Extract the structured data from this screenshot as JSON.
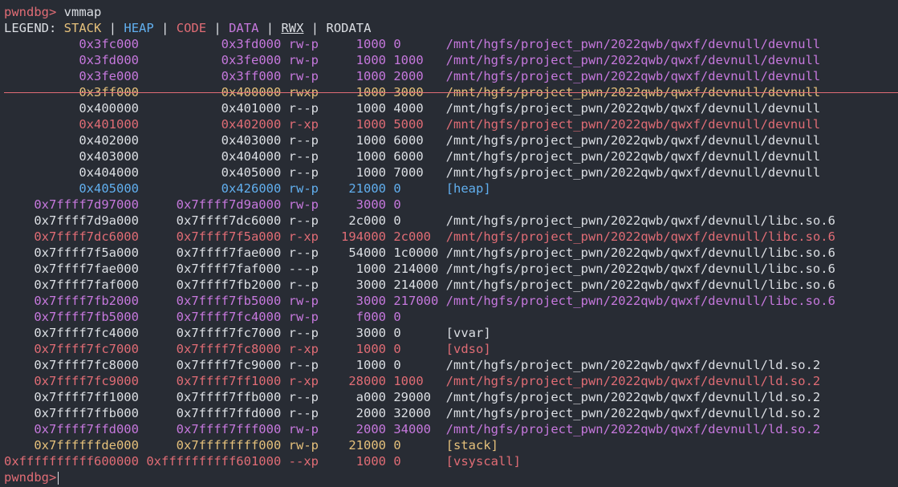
{
  "prompt": "pwndbg>",
  "command": "vmmap",
  "legend": {
    "label": "LEGEND:",
    "stack": "STACK",
    "heap": "HEAP",
    "code": "CODE",
    "data": "DATA",
    "rwx": "RWX",
    "rodata": "RODATA",
    "sep": "|"
  },
  "colors": {
    "stack": "#e5c07b",
    "heap": "#61afef",
    "code": "#e06c75",
    "data": "#c678dd",
    "rodata": "#dcdfe4",
    "rwx": "#dcdfe4",
    "background": "#282c34"
  },
  "mappings": [
    {
      "start": "0x3fc000",
      "end": "0x3fd000",
      "perm": "rw-p",
      "size": "1000",
      "offset": "0",
      "path": "/mnt/hgfs/project_pwn/2022qwb/qwxf/devnull/devnull",
      "kind": "data"
    },
    {
      "start": "0x3fd000",
      "end": "0x3fe000",
      "perm": "rw-p",
      "size": "1000",
      "offset": "1000",
      "path": "/mnt/hgfs/project_pwn/2022qwb/qwxf/devnull/devnull",
      "kind": "data"
    },
    {
      "start": "0x3fe000",
      "end": "0x3ff000",
      "perm": "rw-p",
      "size": "1000",
      "offset": "2000",
      "path": "/mnt/hgfs/project_pwn/2022qwb/qwxf/devnull/devnull",
      "kind": "data"
    },
    {
      "start": "0x3ff000",
      "end": "0x400000",
      "perm": "rwxp",
      "size": "1000",
      "offset": "3000",
      "path": "/mnt/hgfs/project_pwn/2022qwb/qwxf/devnull/devnull",
      "kind": "rwx"
    },
    {
      "start": "0x400000",
      "end": "0x401000",
      "perm": "r--p",
      "size": "1000",
      "offset": "4000",
      "path": "/mnt/hgfs/project_pwn/2022qwb/qwxf/devnull/devnull",
      "kind": "rodata"
    },
    {
      "start": "0x401000",
      "end": "0x402000",
      "perm": "r-xp",
      "size": "1000",
      "offset": "5000",
      "path": "/mnt/hgfs/project_pwn/2022qwb/qwxf/devnull/devnull",
      "kind": "code"
    },
    {
      "start": "0x402000",
      "end": "0x403000",
      "perm": "r--p",
      "size": "1000",
      "offset": "6000",
      "path": "/mnt/hgfs/project_pwn/2022qwb/qwxf/devnull/devnull",
      "kind": "rodata"
    },
    {
      "start": "0x403000",
      "end": "0x404000",
      "perm": "r--p",
      "size": "1000",
      "offset": "6000",
      "path": "/mnt/hgfs/project_pwn/2022qwb/qwxf/devnull/devnull",
      "kind": "rodata"
    },
    {
      "start": "0x404000",
      "end": "0x405000",
      "perm": "r--p",
      "size": "1000",
      "offset": "7000",
      "path": "/mnt/hgfs/project_pwn/2022qwb/qwxf/devnull/devnull",
      "kind": "rodata"
    },
    {
      "start": "0x405000",
      "end": "0x426000",
      "perm": "rw-p",
      "size": "21000",
      "offset": "0",
      "path": "[heap]",
      "kind": "heap"
    },
    {
      "start": "0x7ffff7d97000",
      "end": "0x7ffff7d9a000",
      "perm": "rw-p",
      "size": "3000",
      "offset": "0",
      "path": "",
      "kind": "data"
    },
    {
      "start": "0x7ffff7d9a000",
      "end": "0x7ffff7dc6000",
      "perm": "r--p",
      "size": "2c000",
      "offset": "0",
      "path": "/mnt/hgfs/project_pwn/2022qwb/qwxf/devnull/libc.so.6",
      "kind": "rodata"
    },
    {
      "start": "0x7ffff7dc6000",
      "end": "0x7ffff7f5a000",
      "perm": "r-xp",
      "size": "194000",
      "offset": "2c000",
      "path": "/mnt/hgfs/project_pwn/2022qwb/qwxf/devnull/libc.so.6",
      "kind": "code"
    },
    {
      "start": "0x7ffff7f5a000",
      "end": "0x7ffff7fae000",
      "perm": "r--p",
      "size": "54000",
      "offset": "1c0000",
      "path": "/mnt/hgfs/project_pwn/2022qwb/qwxf/devnull/libc.so.6",
      "kind": "rodata"
    },
    {
      "start": "0x7ffff7fae000",
      "end": "0x7ffff7faf000",
      "perm": "---p",
      "size": "1000",
      "offset": "214000",
      "path": "/mnt/hgfs/project_pwn/2022qwb/qwxf/devnull/libc.so.6",
      "kind": "rodata"
    },
    {
      "start": "0x7ffff7faf000",
      "end": "0x7ffff7fb2000",
      "perm": "r--p",
      "size": "3000",
      "offset": "214000",
      "path": "/mnt/hgfs/project_pwn/2022qwb/qwxf/devnull/libc.so.6",
      "kind": "rodata"
    },
    {
      "start": "0x7ffff7fb2000",
      "end": "0x7ffff7fb5000",
      "perm": "rw-p",
      "size": "3000",
      "offset": "217000",
      "path": "/mnt/hgfs/project_pwn/2022qwb/qwxf/devnull/libc.so.6",
      "kind": "data"
    },
    {
      "start": "0x7ffff7fb5000",
      "end": "0x7ffff7fc4000",
      "perm": "rw-p",
      "size": "f000",
      "offset": "0",
      "path": "",
      "kind": "data"
    },
    {
      "start": "0x7ffff7fc4000",
      "end": "0x7ffff7fc7000",
      "perm": "r--p",
      "size": "3000",
      "offset": "0",
      "path": "[vvar]",
      "kind": "rodata"
    },
    {
      "start": "0x7ffff7fc7000",
      "end": "0x7ffff7fc8000",
      "perm": "r-xp",
      "size": "1000",
      "offset": "0",
      "path": "[vdso]",
      "kind": "code"
    },
    {
      "start": "0x7ffff7fc8000",
      "end": "0x7ffff7fc9000",
      "perm": "r--p",
      "size": "1000",
      "offset": "0",
      "path": "/mnt/hgfs/project_pwn/2022qwb/qwxf/devnull/ld.so.2",
      "kind": "rodata"
    },
    {
      "start": "0x7ffff7fc9000",
      "end": "0x7ffff7ff1000",
      "perm": "r-xp",
      "size": "28000",
      "offset": "1000",
      "path": "/mnt/hgfs/project_pwn/2022qwb/qwxf/devnull/ld.so.2",
      "kind": "code"
    },
    {
      "start": "0x7ffff7ff1000",
      "end": "0x7ffff7ffb000",
      "perm": "r--p",
      "size": "a000",
      "offset": "29000",
      "path": "/mnt/hgfs/project_pwn/2022qwb/qwxf/devnull/ld.so.2",
      "kind": "rodata"
    },
    {
      "start": "0x7ffff7ffb000",
      "end": "0x7ffff7ffd000",
      "perm": "r--p",
      "size": "2000",
      "offset": "32000",
      "path": "/mnt/hgfs/project_pwn/2022qwb/qwxf/devnull/ld.so.2",
      "kind": "rodata"
    },
    {
      "start": "0x7ffff7ffd000",
      "end": "0x7ffff7fff000",
      "perm": "rw-p",
      "size": "2000",
      "offset": "34000",
      "path": "/mnt/hgfs/project_pwn/2022qwb/qwxf/devnull/ld.so.2",
      "kind": "data"
    },
    {
      "start": "0x7ffffffde000",
      "end": "0x7ffffffff000",
      "perm": "rw-p",
      "size": "21000",
      "offset": "0",
      "path": "[stack]",
      "kind": "stack"
    },
    {
      "start": "0xffffffffff600000",
      "end": "0xffffffffff601000",
      "perm": "--xp",
      "size": "1000",
      "offset": "0",
      "path": "[vsyscall]",
      "kind": "code"
    }
  ]
}
